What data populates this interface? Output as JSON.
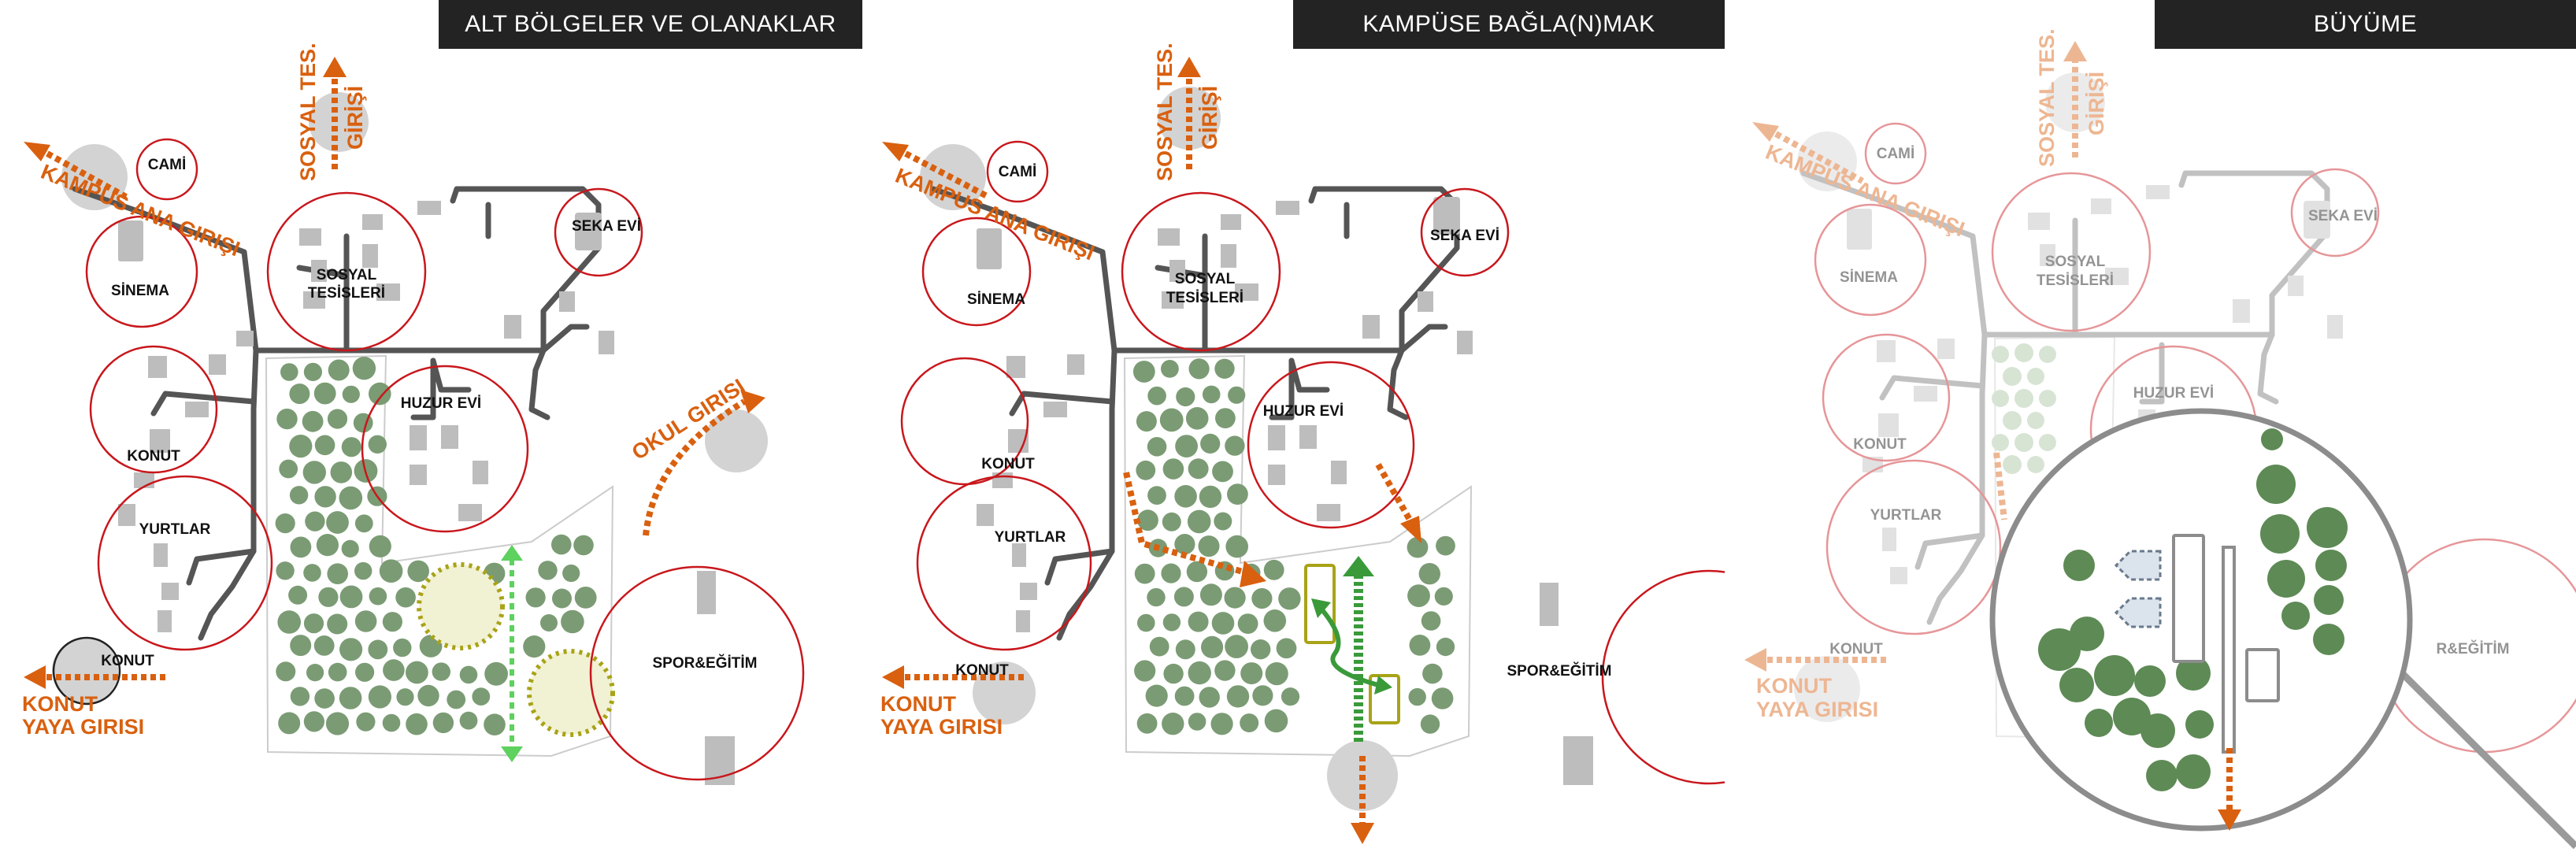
{
  "panels": [
    {
      "title": "ALT BÖLGELER VE OLANAKLAR",
      "zones": {
        "cami": "CAMİ",
        "sinema": "SİNEMA",
        "sosyal_1": "SOSYAL",
        "sosyal_2": "TESİSLERİ",
        "seka": "SEKA EVİ",
        "huzur": "HUZUR EVİ",
        "konut": "KONUT",
        "yurtlar": "YURTLAR",
        "konut2": "KONUT",
        "spor": "SPOR&EĞİTİM"
      },
      "entrances": {
        "kampus": "KAMPUS ANA GIRIŞI",
        "sosyal_1": "SOSYAL TES.",
        "sosyal_2": "GİRİŞİ",
        "okul": "OKUL GIRISI",
        "konut_1": "KONUT",
        "konut_2": "YAYA GIRISI"
      }
    },
    {
      "title": "KAMPÜSE BAĞLA(N)MAK",
      "zones": {
        "cami": "CAMİ",
        "sinema": "SİNEMA",
        "sosyal_1": "SOSYAL",
        "sosyal_2": "TESİSLERİ",
        "seka": "SEKA EVİ",
        "huzur": "HUZUR EVİ",
        "konut": "KONUT",
        "yurtlar": "YURTLAR",
        "konut2": "KONUT",
        "spor": "SPOR&EĞİTİM"
      },
      "entrances": {
        "kampus": "KAMPUS ANA GIRIŞI",
        "sosyal_1": "SOSYAL TES.",
        "sosyal_2": "GİRİŞİ",
        "konut_1": "KONUT",
        "konut_2": "YAYA GIRISI"
      }
    },
    {
      "title": "BÜYÜME",
      "zones": {
        "cami": "CAMİ",
        "sinema": "SİNEMA",
        "sosyal_1": "SOSYAL",
        "sosyal_2": "TESİSLERİ",
        "seka": "SEKA EVİ",
        "huzur": "HUZUR EVİ",
        "konut": "KONUT",
        "yurtlar": "YURTLAR",
        "konut2": "KONUT",
        "spor": "R&EĞİTİM"
      },
      "entrances": {
        "kampus": "KAMPUS ANA GIRIŞI",
        "sosyal_1": "SOSYAL TES.",
        "sosyal_2": "GİRİŞİ",
        "konut_1": "KONUT",
        "konut_2": "YAYA GIRISI"
      }
    }
  ],
  "colors": {
    "zone_circle": "#c8171c",
    "entrance_orange": "#d9600f",
    "tree_green": "#7b9b74",
    "path_gray": "#555555",
    "building_gray": "#bdbdbd",
    "title_bar": "#232323",
    "green_arrow": "#3a9a3a",
    "olive_rect": "#a8a317"
  }
}
